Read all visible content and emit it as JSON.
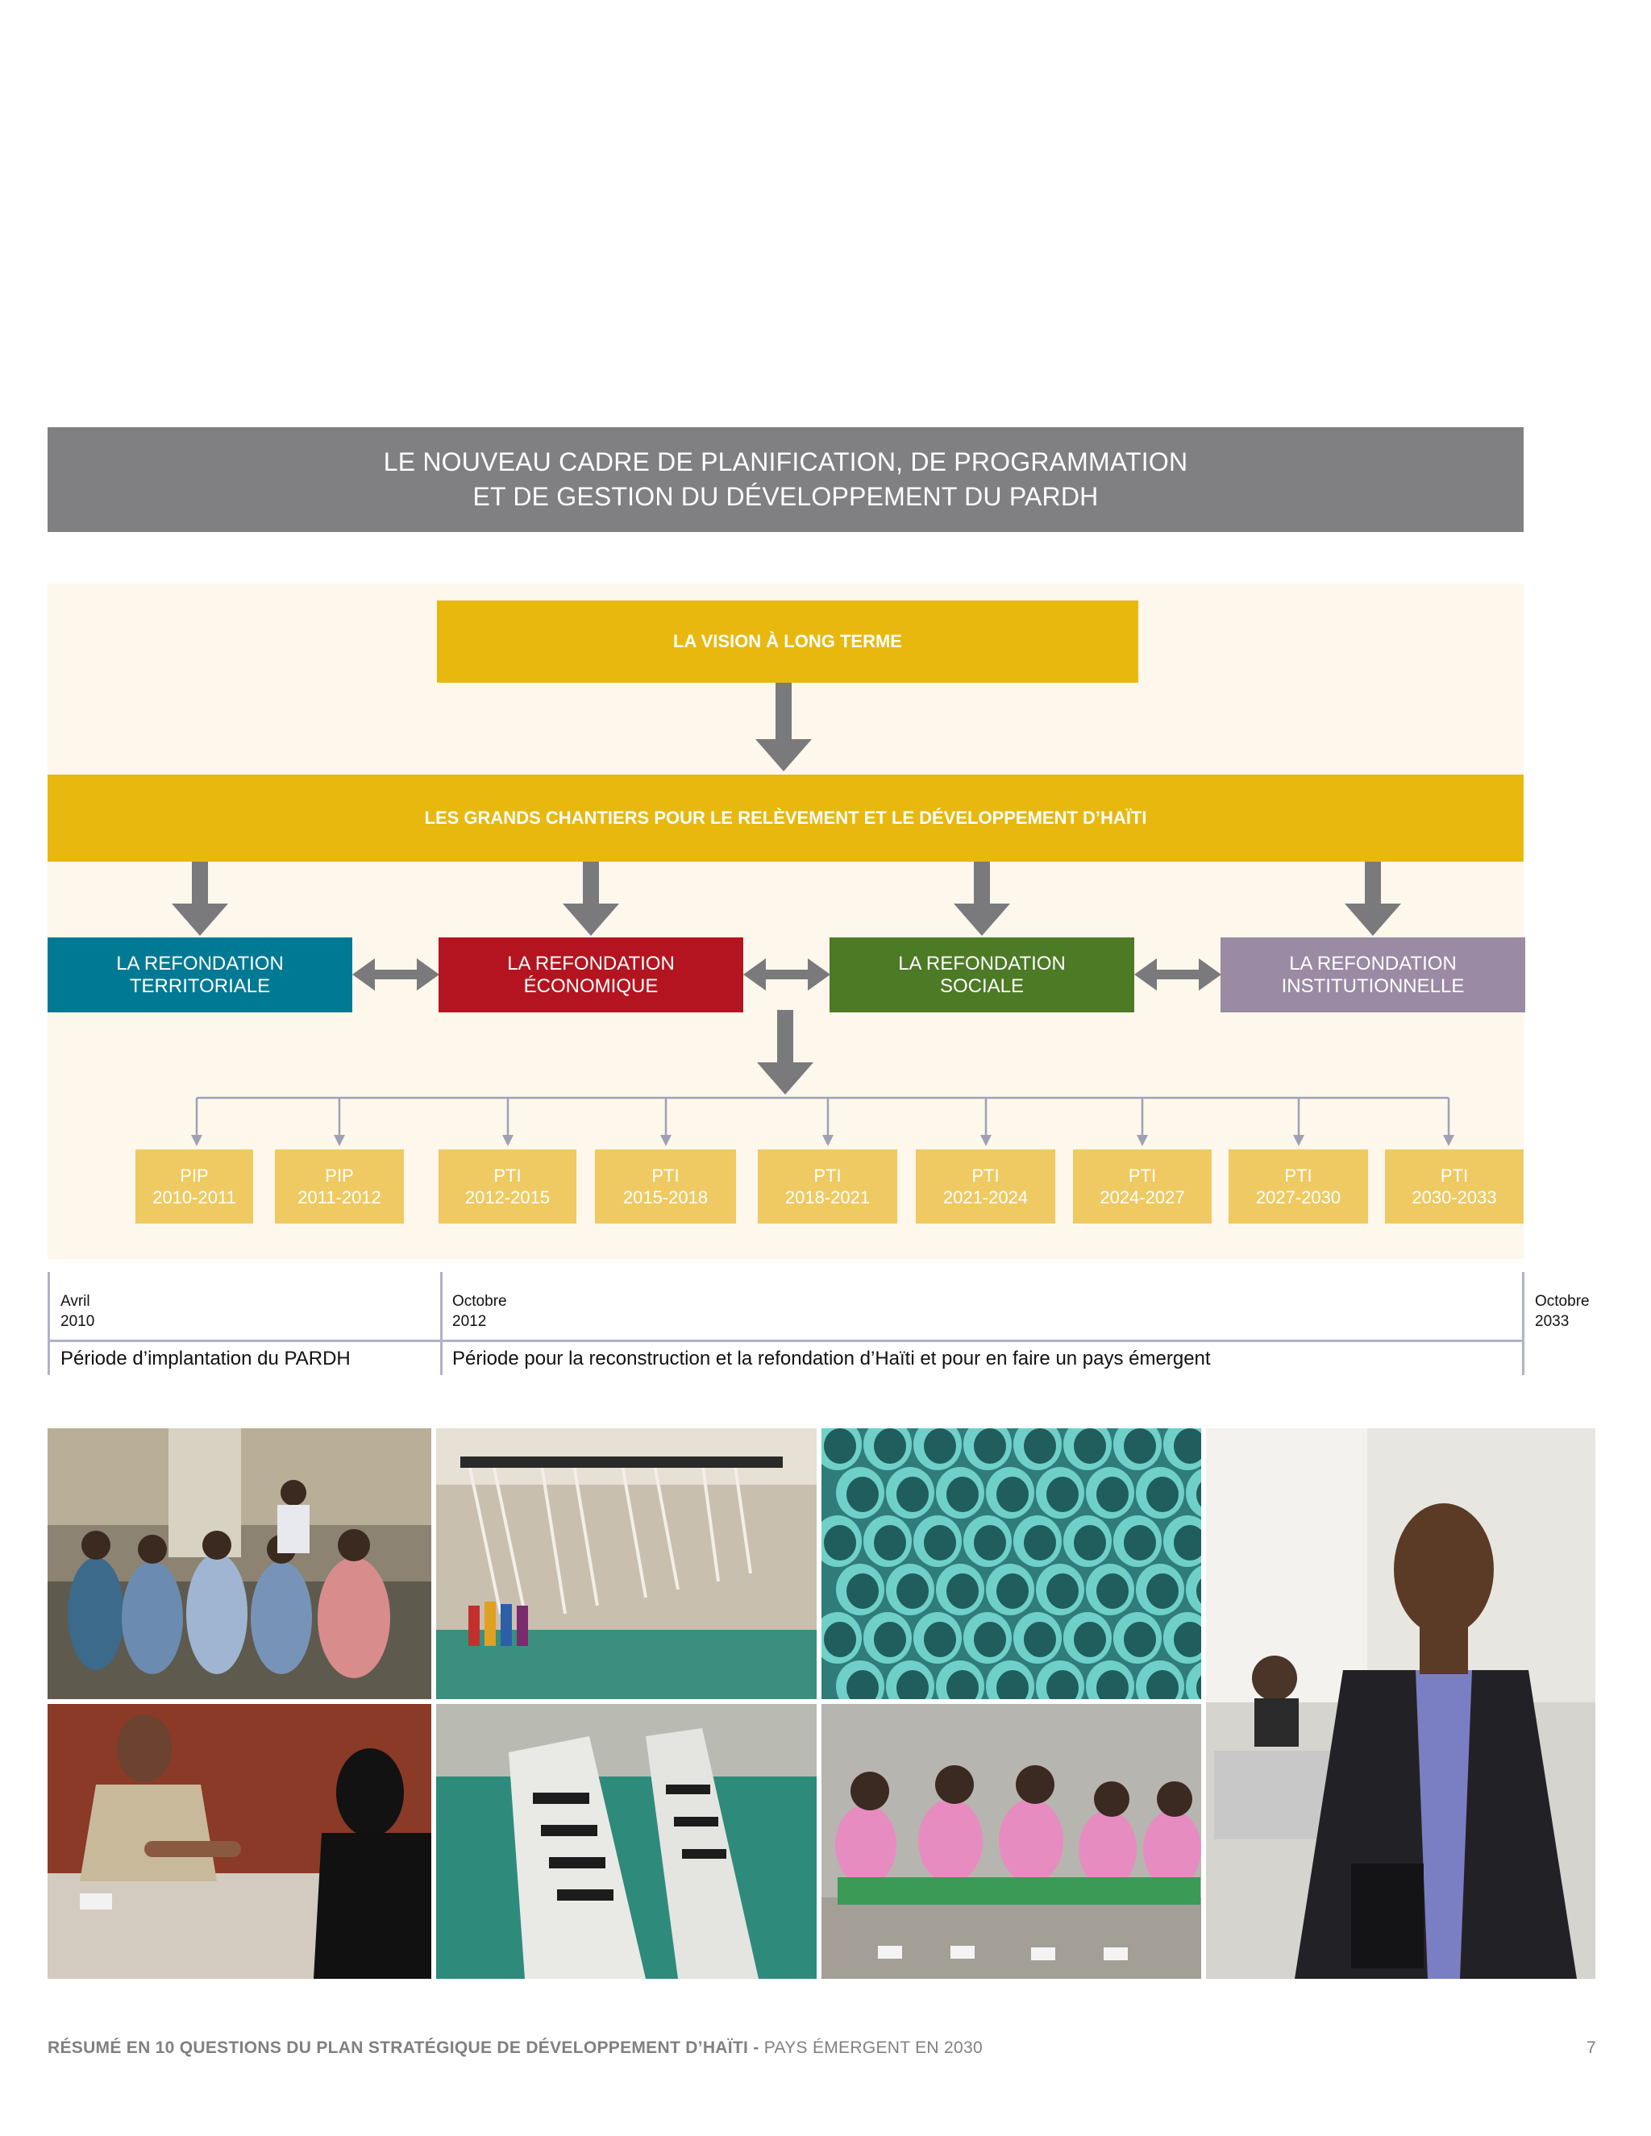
{
  "banner": {
    "line1": "LE NOUVEAU CADRE DE PLANIFICATION, DE PROGRAMMATION",
    "line2": "ET DE GESTION DU DÉVELOPPEMENT DU PARDH"
  },
  "vision": "LA VISION À LONG TERME",
  "chantiers": "LES GRANDS CHANTIERS POUR LE RELÈVEMENT ET LE DÉVELOPPEMENT D’HAÏTI",
  "pillars": [
    {
      "line1": "LA REFONDATION",
      "line2": "TERRITORIALE"
    },
    {
      "line1": "LA REFONDATION",
      "line2": "ÉCONOMIQUE"
    },
    {
      "line1": "LA REFONDATION",
      "line2": "SOCIALE"
    },
    {
      "line1": "LA REFONDATION",
      "line2": "INSTITUTIONNELLE"
    }
  ],
  "plans": [
    {
      "type": "PIP",
      "period": "2010-2011"
    },
    {
      "type": "PIP",
      "period": "2011-2012"
    },
    {
      "type": "PTI",
      "period": "2012-2015"
    },
    {
      "type": "PTI",
      "period": "2015-2018"
    },
    {
      "type": "PTI",
      "period": "2018-2021"
    },
    {
      "type": "PTI",
      "period": "2021-2024"
    },
    {
      "type": "PTI",
      "period": "2024-2027"
    },
    {
      "type": "PTI",
      "period": "2027-2030"
    },
    {
      "type": "PTI",
      "period": "2030-2033"
    }
  ],
  "timeline": {
    "dates": [
      {
        "month": "Avril",
        "year": "2010"
      },
      {
        "month": "Octobre",
        "year": "2012"
      },
      {
        "month": "Octobre",
        "year": "2033"
      }
    ],
    "periods": [
      "Période d’implantation du PARDH",
      "Période pour la reconstruction et la refondation d’Haïti et pour en faire un pays émergent"
    ]
  },
  "footer": {
    "bold": "RÉSUMÉ EN 10 QUESTIONS DU PLAN STRATÉGIQUE DE DÉVELOPPEMENT D’HAÏTI -",
    "normal": " PAYS ÉMERGENT EN 2030",
    "page": "7"
  },
  "colors": {
    "banner": "#808083",
    "yellow": "#e8b80f",
    "territoriale": "#007a94",
    "economique": "#b4141f",
    "sociale": "#4c7a25",
    "institutionnelle": "#9a8aa4",
    "plan": "#efca63",
    "arrow": "#7a7a7c"
  }
}
